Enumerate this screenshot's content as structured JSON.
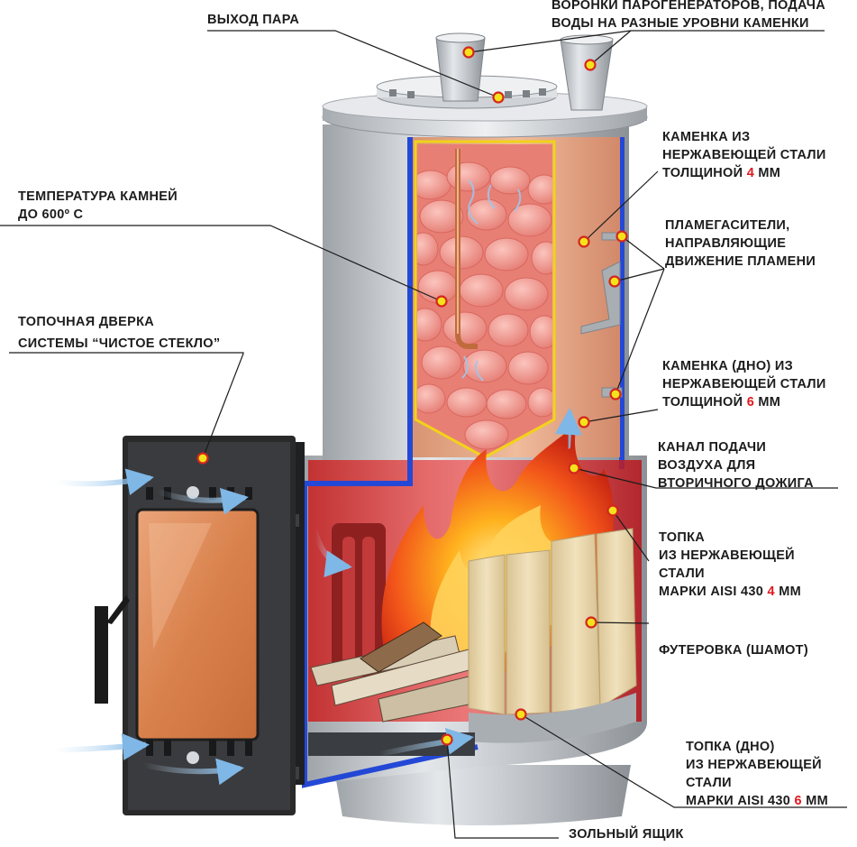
{
  "labels": {
    "steam_outlet": "ВЫХОД ПАРА",
    "funnels_line1": "ВОРОНКИ ПАРОГЕНЕРАТОРОВ, ПОДАЧА",
    "funnels_line2": "ВОДЫ НА РАЗНЫЕ УРОВНИ КАМЕНКИ",
    "heater_line1": "КАМЕНКА ИЗ",
    "heater_line2": "НЕРЖАВЕЮЩЕЙ СТАЛИ",
    "heater_line3_a": "ТОЛЩИНОЙ ",
    "heater_line3_num": "4",
    "heater_line3_b": " ММ",
    "stones_line1": "ТЕМПЕРАТУРА КАМНЕЙ",
    "stones_line2": "ДО 600º С",
    "flame_line1": "ПЛАМЕГАСИТЕЛИ,",
    "flame_line2": "НАПРАВЛЯЮЩИЕ",
    "flame_line3": "ДВИЖЕНИЕ ПЛАМЕНИ",
    "door_line1": "ТОПОЧНАЯ ДВЕРКА",
    "door_line2": "СИСТЕМЫ “ЧИСТОЕ СТЕКЛО”",
    "bottom_line1": "КАМЕНКА (ДНО) ИЗ",
    "bottom_line2": "НЕРЖАВЕЮЩЕЙ СТАЛИ",
    "bottom_line3_a": "ТОЛЩИНОЙ ",
    "bottom_line3_num": "6",
    "bottom_line3_b": " ММ",
    "air_line1": "КАНАЛ ПОДАЧИ",
    "air_line2": "ВОЗДУХА ДЛЯ",
    "air_line3": "ВТОРИЧНОГО ДОЖИГА",
    "firebox_line1": "ТОПКА",
    "firebox_line2": "ИЗ НЕРЖАВЕЮЩЕЙ",
    "firebox_line3": "СТАЛИ",
    "firebox_line4_a": "МАРКИ AISI 430 ",
    "firebox_line4_num": "4",
    "firebox_line4_b": " ММ",
    "lining": "ФУТЕРОВКА (ШАМОТ)",
    "fbottom_line1": "ТОПКА (ДНО)",
    "fbottom_line2": "ИЗ НЕРЖАВЕЮЩЕЙ",
    "fbottom_line3": "СТАЛИ",
    "fbottom_line4_a": "МАРКИ AISI 430 ",
    "fbottom_line4_num": "6",
    "fbottom_line4_b": " ММ",
    "ash_box": "ЗОЛЬНЫЙ ЯЩИК"
  },
  "colors": {
    "accent_number": "#e1181f",
    "marker_fill": "#f4e21a",
    "marker_ring": "#d3271e",
    "insulation_blue": "#2448d6",
    "heater_outline_yellow": "#f2d21a",
    "steel": "#bfc3c8",
    "copper": "#e0a47f",
    "stones": "#f0918a",
    "chamotte": "#e9d7ad",
    "door_frame": "#2a2a2a",
    "door_glass": "#d98852"
  }
}
